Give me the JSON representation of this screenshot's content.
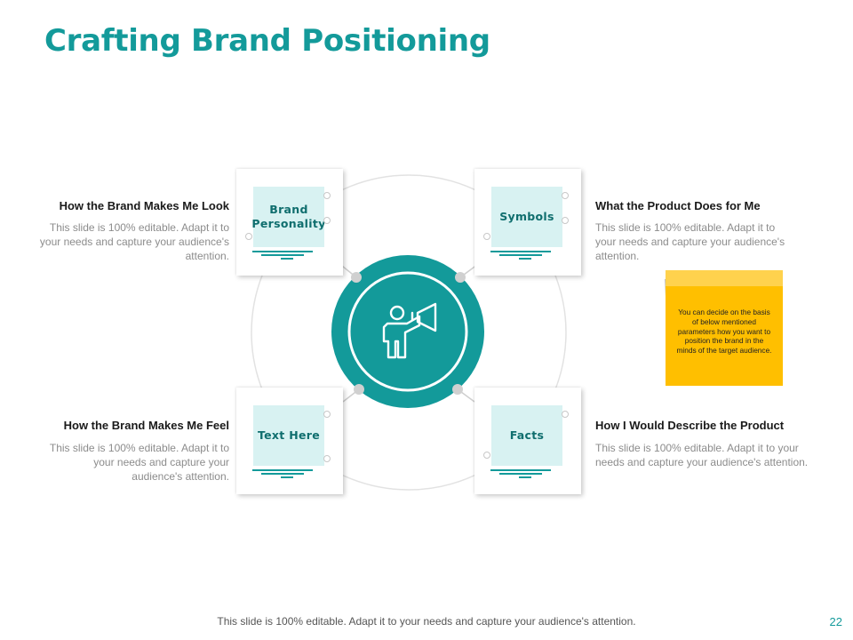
{
  "slide": {
    "title": "Crafting Brand Positioning",
    "footer": "This slide is 100% editable. Adapt it to your needs and capture your audience's attention.",
    "page_number": "22"
  },
  "colors": {
    "accent": "#139a9a",
    "accent_dark": "#0e8585",
    "card_fill": "#d8f2f2",
    "card_text": "#0f6e6e",
    "description": "#8c8c8c",
    "note": "#ffbf00"
  },
  "center": {
    "icon": "person-with-megaphone-icon"
  },
  "quadrants": {
    "top_left": {
      "card_label": "Brand Personality",
      "heading": "How the Brand Makes Me Look",
      "description": "This slide is 100% editable. Adapt it to your needs and capture your audience's attention."
    },
    "top_right": {
      "card_label": "Symbols",
      "heading": "What the Product Does for Me",
      "description": "This slide is 100% editable. Adapt it to your needs and capture your audience's attention."
    },
    "bottom_left": {
      "card_label": "Text Here",
      "heading": "How the Brand Makes Me Feel",
      "description": "This slide is 100% editable. Adapt it to your needs and capture your audience's attention."
    },
    "bottom_right": {
      "card_label": "Facts",
      "heading": "How I Would Describe the Product",
      "description": "This slide is 100% editable. Adapt it to your needs and capture your audience's attention."
    }
  },
  "sticky_note": {
    "text": "You can decide on the basis of below mentioned parameters how you want to position the brand in the minds of the target audience."
  }
}
